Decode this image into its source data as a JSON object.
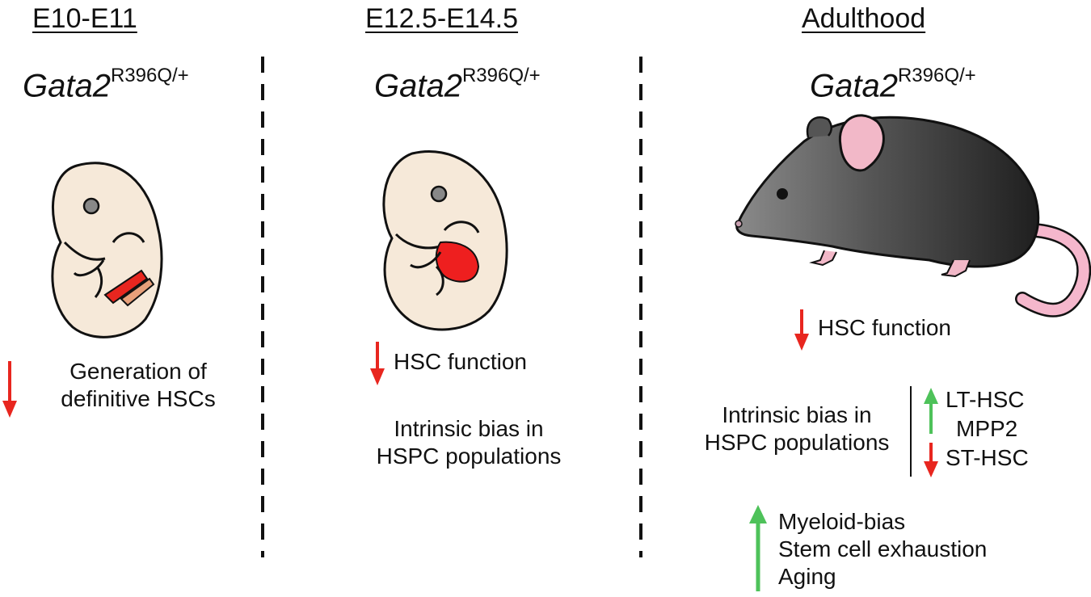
{
  "panels": [
    {
      "heading": "E10-E11",
      "genotype": {
        "gene": "Gata2",
        "allele": "R396Q/+"
      },
      "effect": {
        "direction": "down",
        "lines": [
          "Generation of",
          "definitive HSCs"
        ]
      }
    },
    {
      "heading": "E12.5-E14.5",
      "genotype": {
        "gene": "Gata2",
        "allele": "R396Q/+"
      },
      "effect": {
        "direction": "down",
        "text": "HSC function"
      },
      "note_lines": [
        "Intrinsic bias in",
        "HSPC populations"
      ]
    },
    {
      "heading": "Adulthood",
      "genotype": {
        "gene": "Gata2",
        "allele": "R396Q/+"
      },
      "effect": {
        "direction": "down",
        "text": "HSC function"
      },
      "bias": {
        "lines": [
          "Intrinsic bias in",
          "HSPC populations"
        ],
        "up": [
          "LT-HSC",
          "MPP2"
        ],
        "down": [
          "ST-HSC"
        ]
      },
      "aging": {
        "direction": "up",
        "lines": [
          "Myeloid-bias",
          "Stem cell exhaustion",
          "Aging"
        ]
      }
    }
  ],
  "colors": {
    "down_arrow": "#e8261f",
    "up_arrow": "#4ec25a",
    "embryo_fill": "#f6e9d9",
    "aorta_red": "#e8261f",
    "liver_red": "#ee1f1f",
    "mouse_dark": "#2f2f2f",
    "mouse_ear": "#f2b8c8",
    "tail_pink": "#f5b7cc"
  },
  "icons": [
    "embryo-icon",
    "mouse-icon",
    "down-arrow-icon",
    "up-arrow-icon"
  ]
}
